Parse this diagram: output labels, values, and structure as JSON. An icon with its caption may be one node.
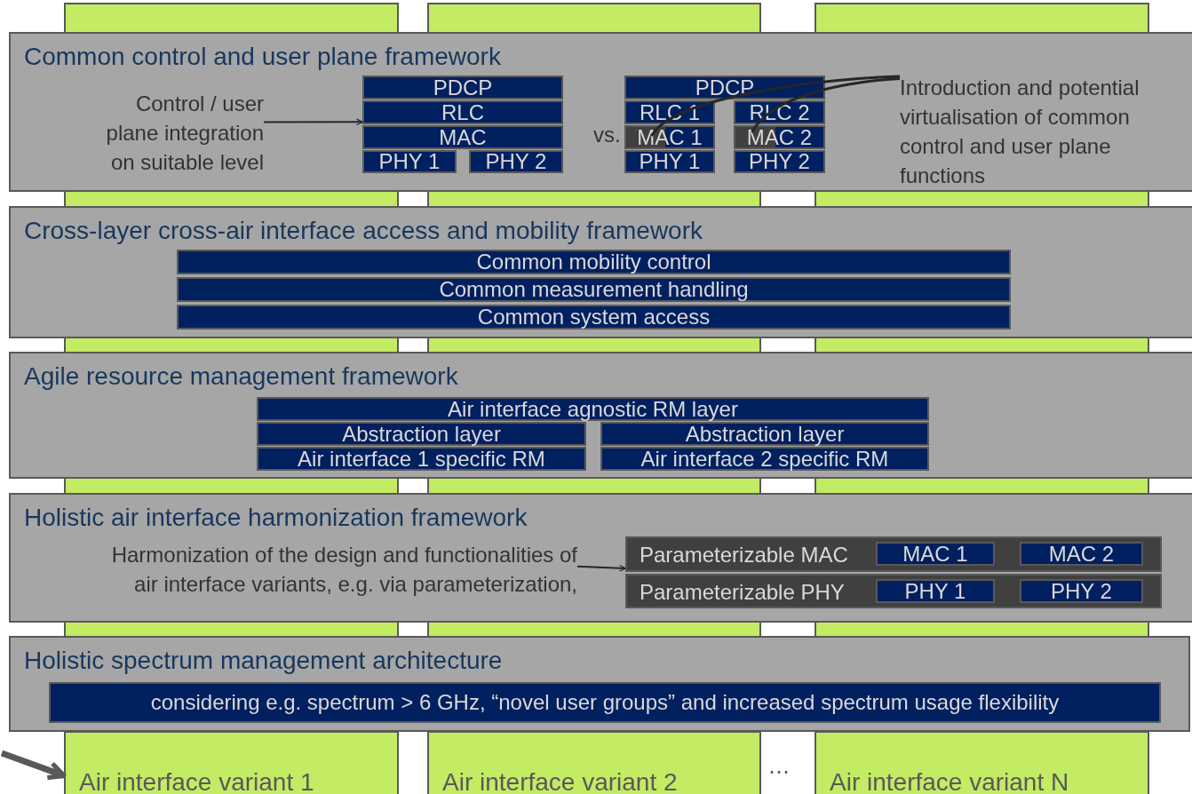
{
  "diagram": {
    "nodes": [
      {
        "text": [
          "Common control and user plane framework"
        ]
      },
      {
        "text": [
          "Control / user plane integration on suitable level"
        ],
        "in": 0
      },
      {
        "text": [
          "PDCP"
        ],
        "in": 0
      },
      {
        "text": [
          "RLC"
        ],
        "in": 0
      },
      {
        "text": [
          "MAC"
        ],
        "in": 0
      },
      {
        "text": [
          "PHY 1"
        ],
        "in": 0
      },
      {
        "text": [
          "PHY 2"
        ],
        "in": 0
      },
      {
        "text": [
          "PDCP"
        ],
        "in": 0
      },
      {
        "text": [
          "RLC 1"
        ],
        "in": 0
      },
      {
        "text": [
          "RLC 2"
        ],
        "in": 0
      },
      {
        "text": [
          "MAC 1"
        ],
        "in": 0
      },
      {
        "text": [
          "MAC 2"
        ],
        "in": 0
      },
      {
        "text": [
          "PHY 1"
        ],
        "in": 0
      },
      {
        "text": [
          "PHY 2"
        ],
        "in": 0
      },
      {
        "text": [
          "Introduction and potential virtualisation of common control and user plane functions"
        ],
        "in": 0
      },
      {
        "text": [
          "Cross-layer cross-air interface access and mobility framework"
        ]
      },
      {
        "text": [
          "Common mobility control"
        ],
        "in": 15
      },
      {
        "text": [
          "Common measurement handling"
        ],
        "in": 15
      },
      {
        "text": [
          "Common system access"
        ],
        "in": 15
      },
      {
        "text": [
          "Agile resource management framework"
        ]
      },
      {
        "text": [
          "Air interface agnostic RM layer"
        ],
        "in": 19
      },
      {
        "text": [
          "Abstraction layer"
        ],
        "in": 19
      },
      {
        "text": [
          "Abstraction layer"
        ],
        "in": 19
      },
      {
        "text": [
          "Air interface 1 specific RM"
        ],
        "in": 19
      },
      {
        "text": [
          "Air interface 2 specific RM"
        ],
        "in": 19
      },
      {
        "text": [
          "Holistic air interface harmonization framework"
        ]
      },
      {
        "text": [
          "Harmonization of the design and functionalities of air interface variants, e.g. via parameterization,"
        ],
        "in": 25
      },
      {
        "text": [
          "Parameterizable MAC"
        ],
        "in": 25
      },
      {
        "text": [
          "MAC 1"
        ],
        "in": 27
      },
      {
        "text": [
          "MAC 2"
        ],
        "in": 27
      },
      {
        "text": [
          "Parameterizable PHY"
        ],
        "in": 25
      },
      {
        "text": [
          "PHY 1"
        ],
        "in": 30
      },
      {
        "text": [
          "PHY 2"
        ],
        "in": 30
      },
      {
        "text": [
          "Holistic spectrum management architecture"
        ]
      },
      {
        "text": [
          "considering e.g. spectrum > 6 GHz,  “novel user groups” and increased spectrum usage flexibility"
        ],
        "in": 33
      },
      {
        "text": [
          "Air interface variant 1"
        ]
      },
      {
        "text": [
          "Air interface variant 2"
        ]
      },
      {
        "text": [
          "Air interface variant N"
        ]
      }
    ],
    "edges": [
      {
        "from": 1,
        "to": 3,
        "arrow": "to"
      },
      {
        "from": 14,
        "to": 10,
        "arrow": "none"
      },
      {
        "from": 14,
        "to": 11,
        "arrow": "none"
      },
      {
        "from": 26,
        "to": 27,
        "arrow": "to"
      },
      {
        "from": null,
        "to": 35,
        "arrow": "to",
        "style": "thick",
        "color": "#595959"
      }
    ],
    "labels": [
      "vs.",
      "⋯"
    ]
  }
}
